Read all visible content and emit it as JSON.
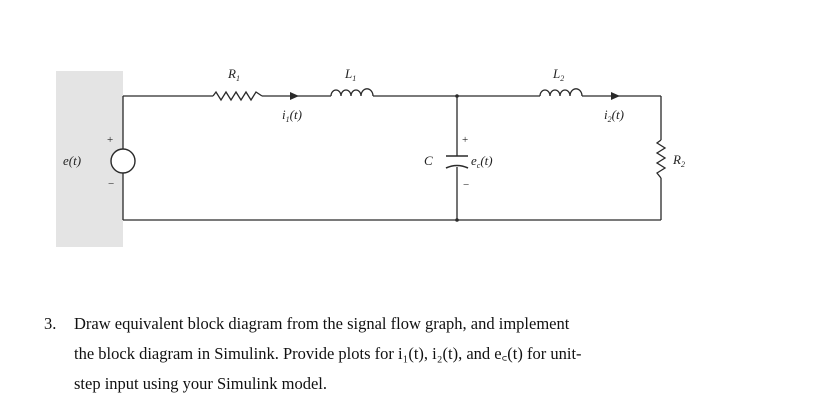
{
  "circuit": {
    "source_label": "e(t)",
    "source_plus": "+",
    "source_minus": "−",
    "r1_label": "R",
    "r1_sub": "1",
    "l1_label": "L",
    "l1_sub": "1",
    "l2_label": "L",
    "l2_sub": "2",
    "r2_label": "R",
    "r2_sub": "2",
    "c_label": "C",
    "i1_label": "i",
    "i1_sub": "1",
    "i1_suffix": "(t)",
    "i2_label": "i",
    "i2_sub": "2",
    "i2_suffix": "(t)",
    "ec_label": "e",
    "ec_sub": "c",
    "ec_suffix": "(t)",
    "cap_plus": "+",
    "cap_minus": "−"
  },
  "problem": {
    "number": "3.",
    "line1": "Draw equivalent block diagram from the signal flow graph, and implement",
    "line2": "the block diagram in Simulink. Provide plots for i₁(t), i₂(t), and e꜀(t) for unit-",
    "line3": "step input using your Simulink model."
  }
}
